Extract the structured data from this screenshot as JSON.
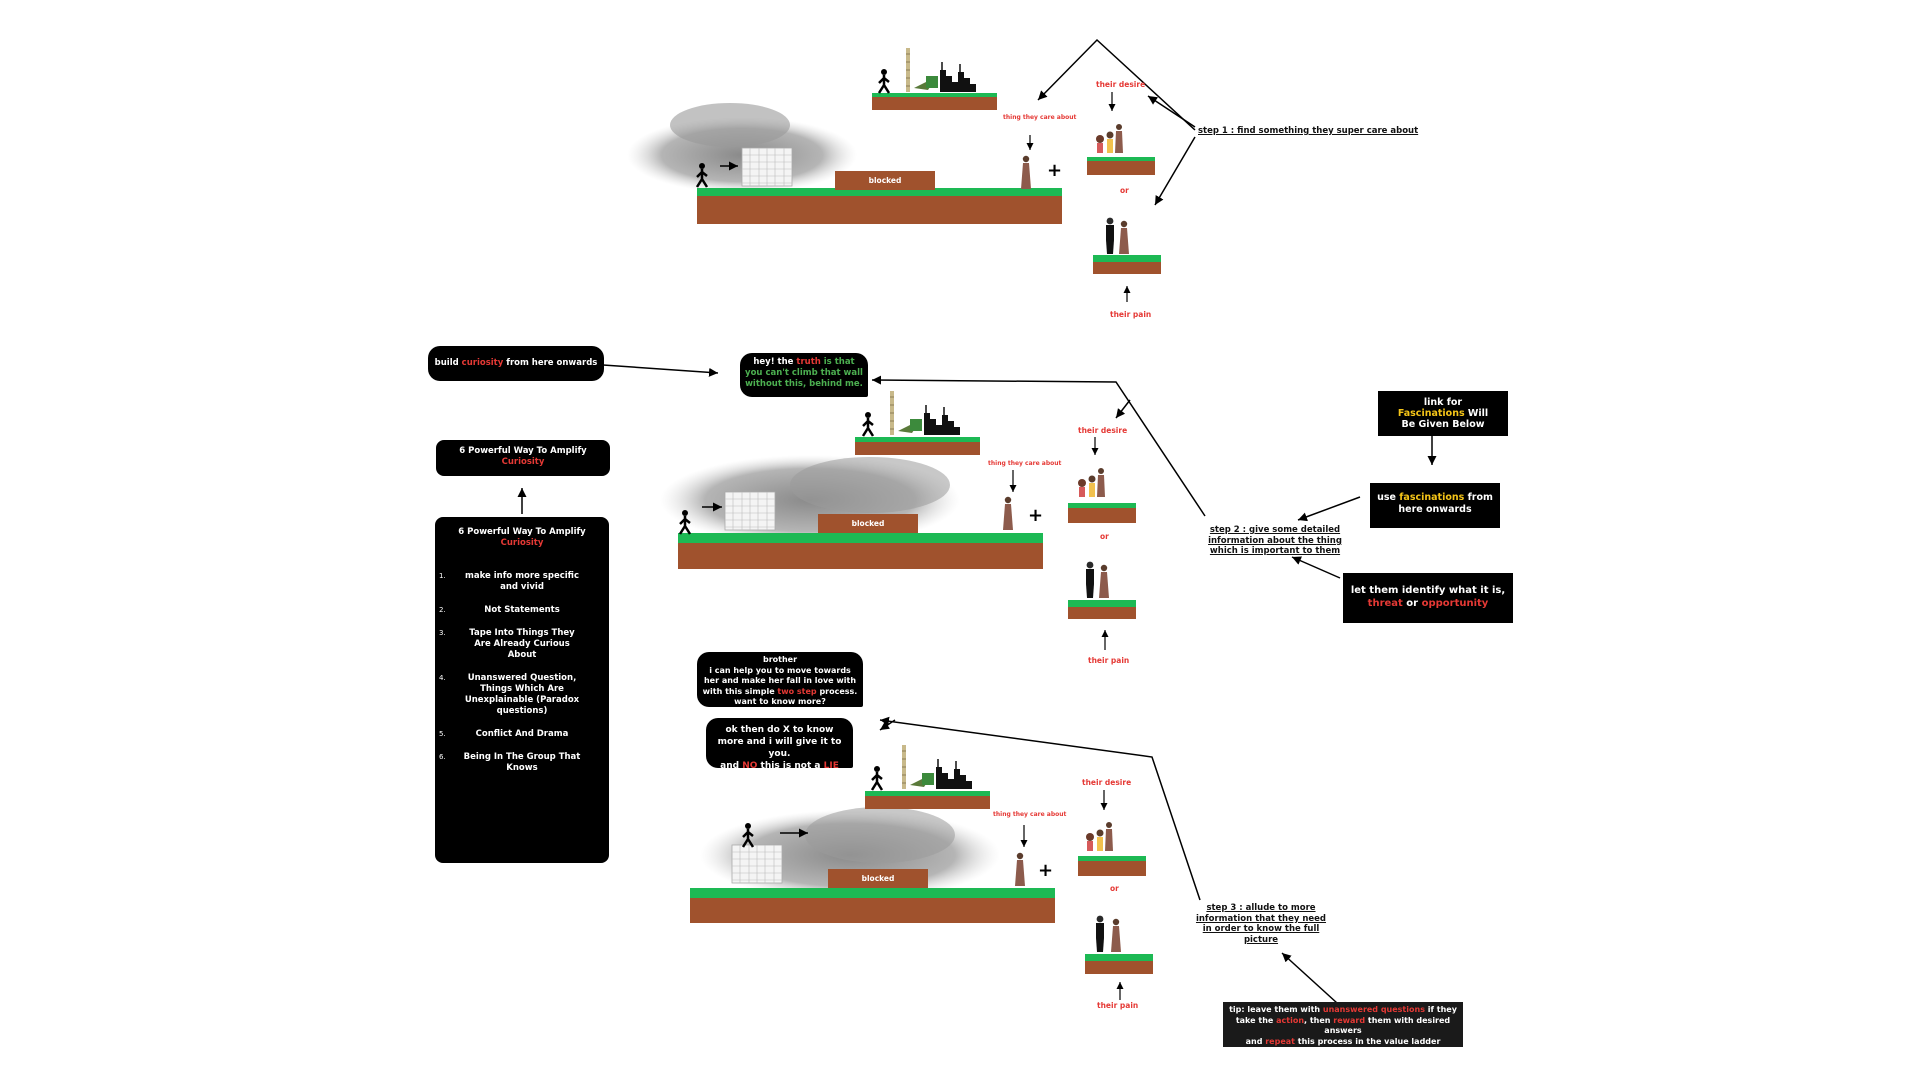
{
  "top_scene": {
    "blocked": "blocked",
    "thing_label": "thing they care about",
    "desire": "their desire",
    "or": "or",
    "pain": "their pain",
    "step": "step 1 : find something they super care about"
  },
  "mid_scene": {
    "blocked": "blocked",
    "thing_label": "thing they care about",
    "desire": "their desire",
    "or": "or",
    "pain": "their pain",
    "bubble": {
      "p1": "hey!  the ",
      "truth": "truth",
      "p2": " is that you can't climb that wall without this, behind me."
    },
    "step": {
      "line1": "step  2 : give some detailed",
      "line2": "information about the thing",
      "line3": "which is important to them"
    }
  },
  "bottom_scene": {
    "blocked": "blocked",
    "thing_label": "thing they care about",
    "desire": "their desire",
    "or": "or",
    "pain": "their pain",
    "bubble1": {
      "line1": "brother",
      "line2": "i can help you to move towards her and make her fall in love with with this simple ",
      "two_step": "two step",
      "line3": " process. want to know more?"
    },
    "bubble2": {
      "line1": "ok then do X to know more and i will give it to you.",
      "and": "and ",
      "no": "NO",
      "mid": " this is not a ",
      "lie": "LIE"
    },
    "step": {
      "line1": "step 3 : allude to more",
      "line2": "information that they need",
      "line3": "in order to know the full",
      "line4": "picture"
    },
    "tip": {
      "a1": "tip: leave them with ",
      "unanswered": "unanswered questions",
      "a2": " if they take the ",
      "action": "action",
      "a3": ", then ",
      "reward": "reward",
      "a4": " them with desired answers",
      "a5": "and ",
      "repeat": "repeat",
      "a6": " this process in the value ladder"
    }
  },
  "curiosity_note": {
    "build": "build ",
    "curiosity": "curiosity",
    "rest": " from here onwards"
  },
  "six_ways_small": {
    "line1": "6 Powerful Way To Amplify",
    "line2": "Curiosity"
  },
  "six_ways_list": {
    "line1": "6 Powerful Way To Amplify",
    "line2": "Curiosity",
    "items": [
      {
        "n": "1.",
        "text": "make info more specific and vivid"
      },
      {
        "n": "2.",
        "text": "Not Statements"
      },
      {
        "n": "3.",
        "text": "Tape Into Things They Are Already Curious About"
      },
      {
        "n": "4.",
        "text": "Unanswered Question, Things Which Are Unexplainable (Paradox questions)"
      },
      {
        "n": "5.",
        "text": "Conflict And Drama"
      },
      {
        "n": "6.",
        "text": "Being In The Group That Knows"
      }
    ]
  },
  "link_box": {
    "line1": "link for",
    "fascinations": "Fascinations",
    "will": " Will",
    "line3": "Be Given Below"
  },
  "use_box": {
    "use": "use ",
    "fascinations": "fascinations",
    "rest": " from here onwards"
  },
  "identify_box": {
    "line1": "let them identify what it is,",
    "threat": "threat",
    "or": " or ",
    "opportunity": "opportunity"
  },
  "colors": {
    "ground": "#a0522d",
    "grass": "#1db954",
    "accent_red": "#e53935",
    "accent_green": "#4caf50",
    "accent_yellow": "#f5c518",
    "box_bg": "#000000"
  }
}
